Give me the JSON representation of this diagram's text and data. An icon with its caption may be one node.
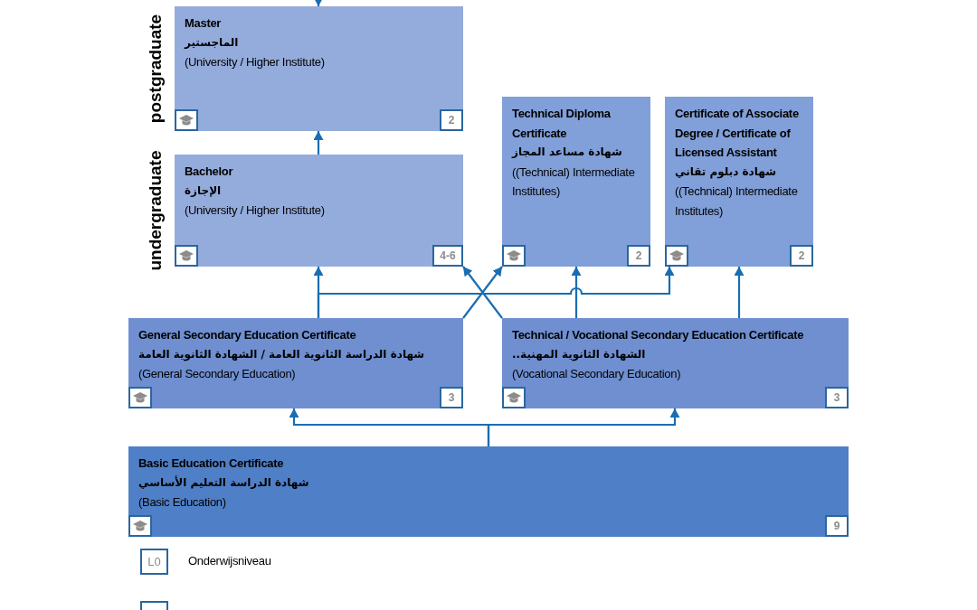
{
  "diagram": {
    "nodes": [
      {
        "text": [
          "Master",
          "الماجستير",
          "(University / Higher Institute)"
        ]
      },
      {
        "text": [
          "2"
        ],
        "in": 0
      },
      {
        "text": [
          "Bachelor",
          "الإجازة",
          "(University / Higher Institute)"
        ]
      },
      {
        "text": [
          "4-6"
        ],
        "in": 2
      },
      {
        "text": [
          "Technical Diploma Certificate",
          "شهادة مساعد المجاز",
          "((Technical) Intermediate Institutes)"
        ]
      },
      {
        "text": [
          "2"
        ],
        "in": 4
      },
      {
        "text": [
          "Certificate of Associate Degree / Certificate of Licensed Assistant",
          "شهادة دبلوم تقاني",
          "((Technical) Intermediate Institutes)"
        ]
      },
      {
        "text": [
          "2"
        ],
        "in": 6
      },
      {
        "text": [
          "General Secondary Education Certificate",
          "شهادة الدراسة الثانوية العامة / الشهادة الثانوية العامة",
          "(General Secondary Education)"
        ]
      },
      {
        "text": [
          "3"
        ],
        "in": 8
      },
      {
        "text": [
          "Technical / Vocational Secondary Education Certificate",
          "الشهادة الثانوية المهنية..",
          "(Vocational Secondary Education)"
        ]
      },
      {
        "text": [
          "3"
        ],
        "in": 10
      },
      {
        "text": [
          "Basic Education Certificate",
          "شهادة الدراسة التعليم الأساسي",
          "(Basic Education)"
        ]
      },
      {
        "text": [
          "9"
        ],
        "in": 12
      },
      {
        "text": [
          "L0"
        ],
        "beside": [
          "Onderwijsniveau"
        ]
      }
    ],
    "edges": [
      {
        "from": null,
        "to": 0,
        "arrow": "to"
      },
      {
        "from": 2,
        "to": 0,
        "arrow": "to"
      },
      {
        "from": 8,
        "to": 2,
        "arrow": "to"
      },
      {
        "from": 8,
        "to": 6,
        "arrow": "to"
      },
      {
        "from": 8,
        "to": 4,
        "arrow": "to"
      },
      {
        "from": 10,
        "to": 2,
        "arrow": "to"
      },
      {
        "from": 10,
        "to": 4,
        "arrow": "to"
      },
      {
        "from": 10,
        "to": 6,
        "arrow": "to"
      },
      {
        "from": 12,
        "to": 8,
        "arrow": "to"
      },
      {
        "from": 12,
        "to": 10,
        "arrow": "to"
      }
    ],
    "labels": [
      "postgraduate",
      "undergraduate"
    ]
  }
}
